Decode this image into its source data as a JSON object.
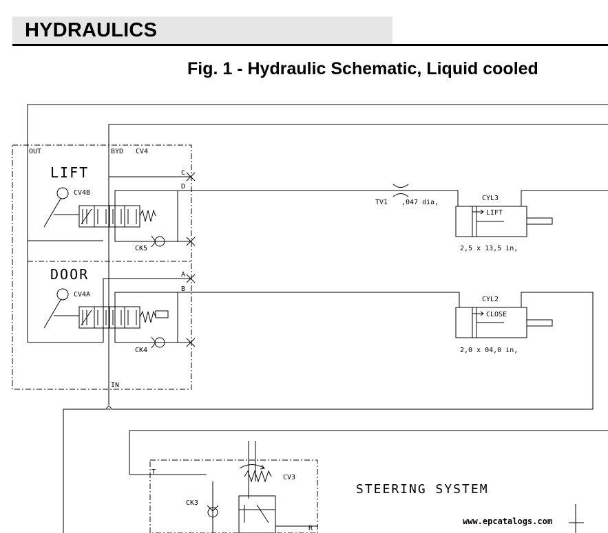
{
  "header": {
    "section": "HYDRAULICS"
  },
  "figure": {
    "title": "Fig. 1 - Hydraulic Schematic, Liquid cooled"
  },
  "valve_block": {
    "out": "OUT",
    "byd": "BYD",
    "cv4": "CV4",
    "in": "IN",
    "ports": {
      "c": "C",
      "d": "D",
      "a": "A",
      "b": "B"
    }
  },
  "lift": {
    "label": "LIFT",
    "valve": "CV4B",
    "check": "CK5"
  },
  "door": {
    "label": "DOOR",
    "valve": "CV4A",
    "check": "CK4"
  },
  "restrictor": {
    "name": "TV1",
    "size": ",047 dia,"
  },
  "cyl3": {
    "name": "CYL3",
    "action": "LIFT",
    "dims": "2,5 x 13,5 in,"
  },
  "cyl2": {
    "name": "CYL2",
    "action": "CLOSE",
    "dims": "2,0 x 04,0 in,"
  },
  "steering": {
    "label": "STEERING SYSTEM",
    "t": "T",
    "check": "CK3",
    "valve": "CV3",
    "r": "R"
  },
  "watermark": "www.epcatalogs.com"
}
